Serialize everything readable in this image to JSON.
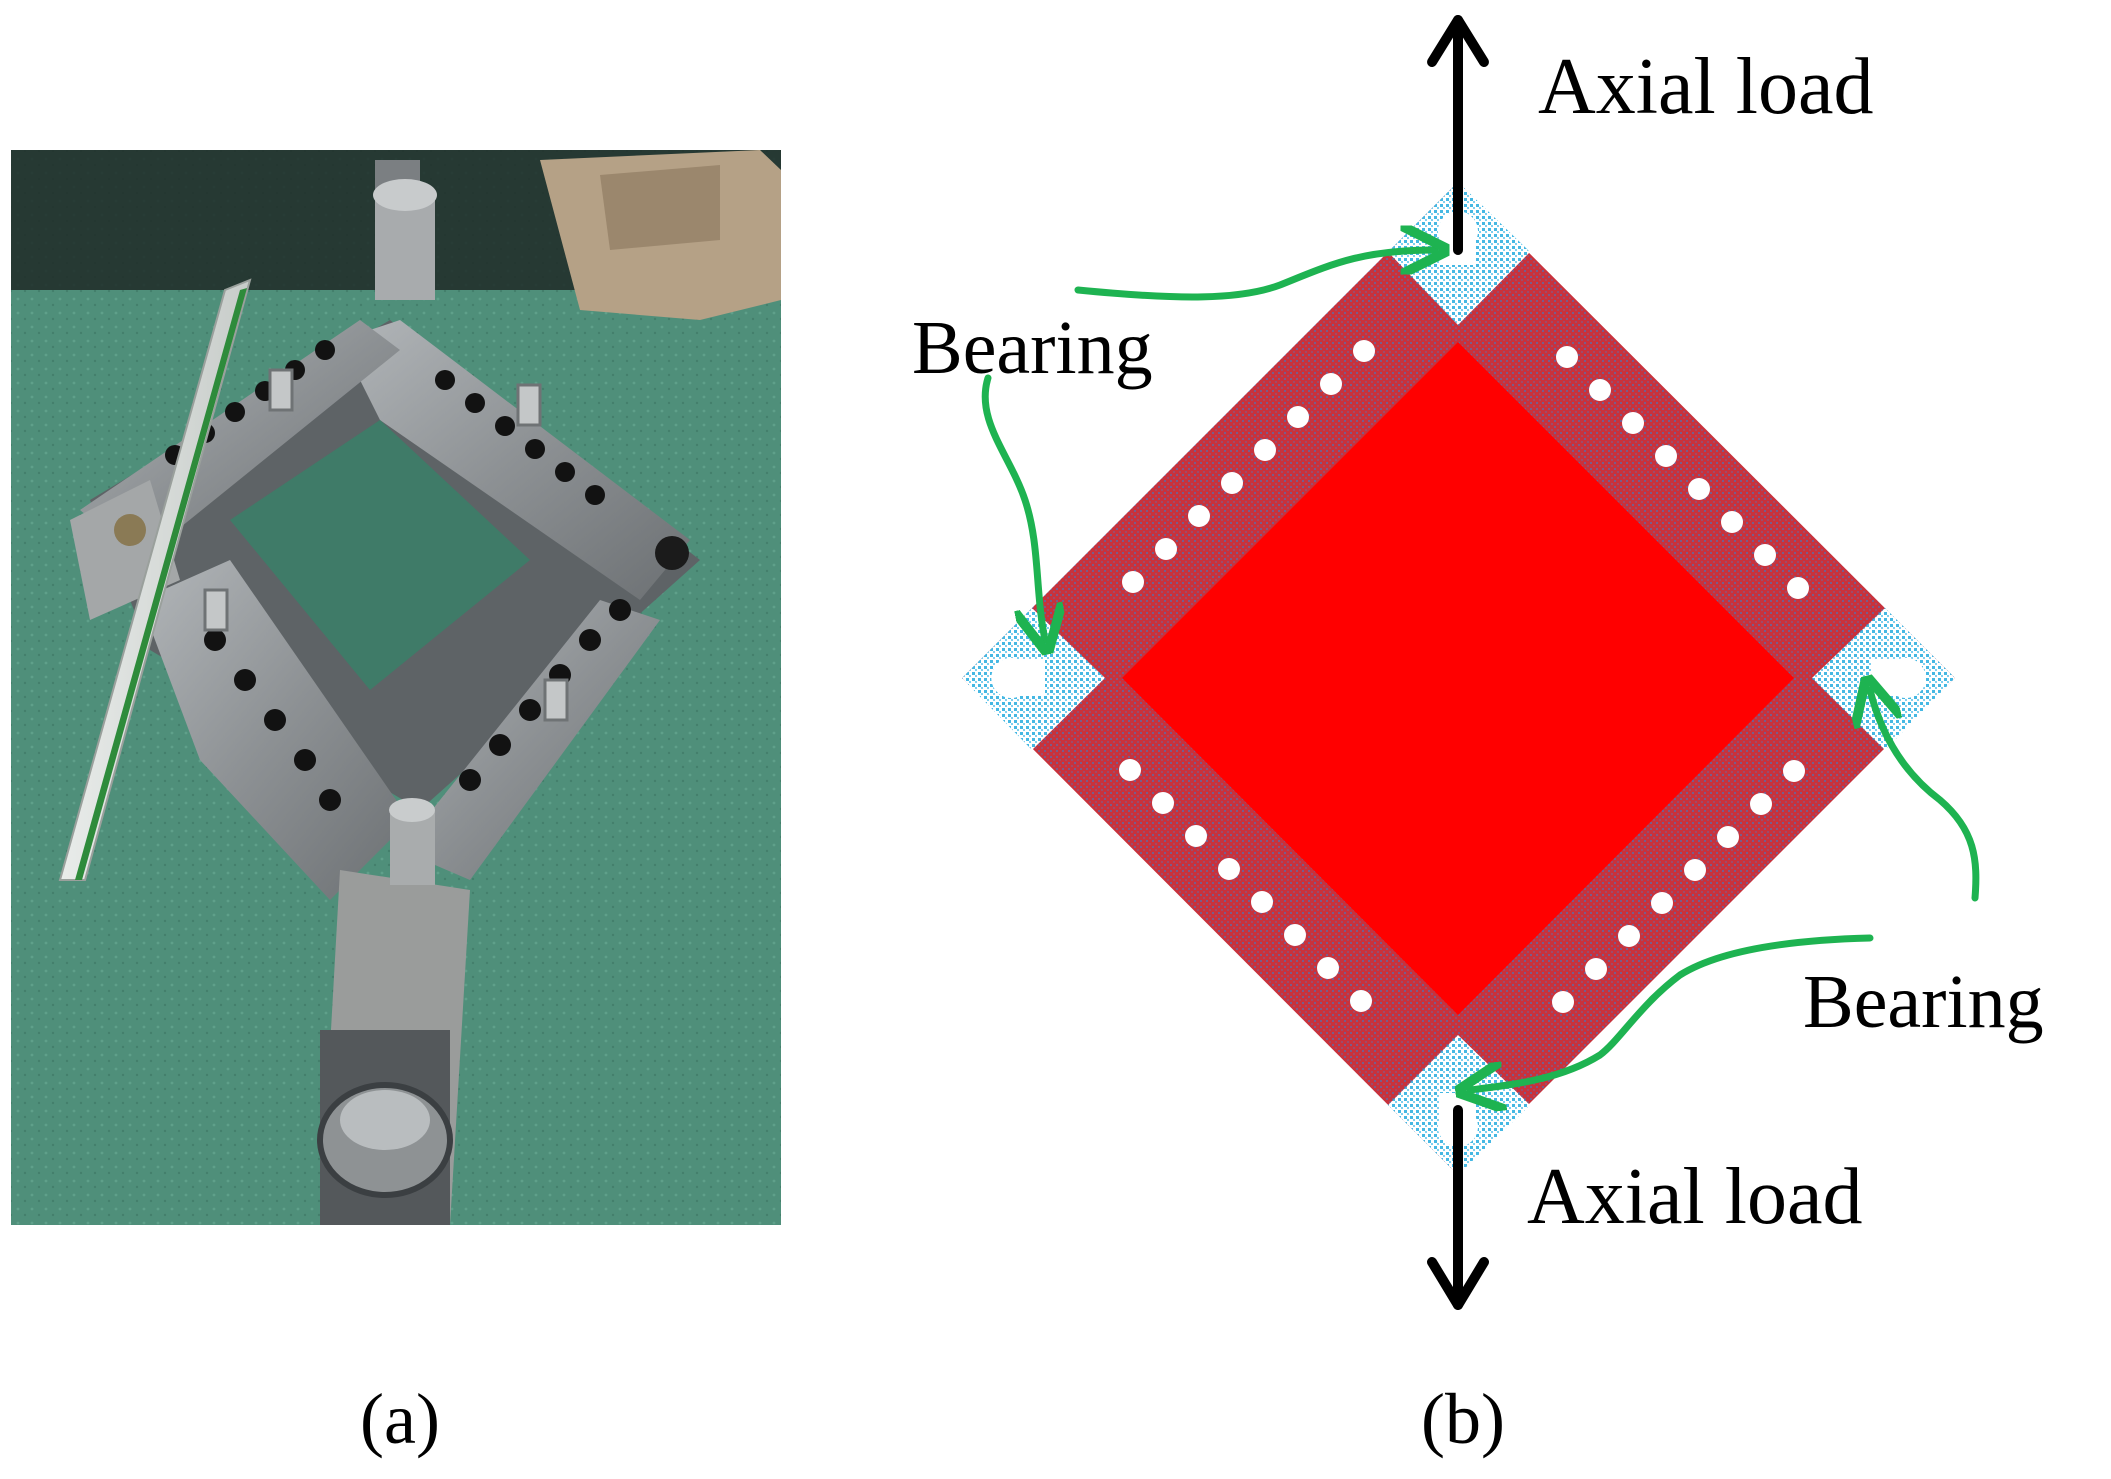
{
  "panels": {
    "a": {
      "caption": "(a)"
    },
    "b": {
      "caption": "(b)",
      "labels": {
        "axial_load_top": "Axial load",
        "axial_load_bottom": "Axial load",
        "bearing_left": "Bearing",
        "bearing_right": "Bearing"
      }
    }
  },
  "colors": {
    "frame_red": "#cc2b36",
    "center_red": "#ff0000",
    "bearing_blue": "#45b8e3",
    "arrow_green": "#1eb351",
    "load_black": "#000000",
    "table_green": "#4f8f7a",
    "steel": "#8f9396"
  }
}
